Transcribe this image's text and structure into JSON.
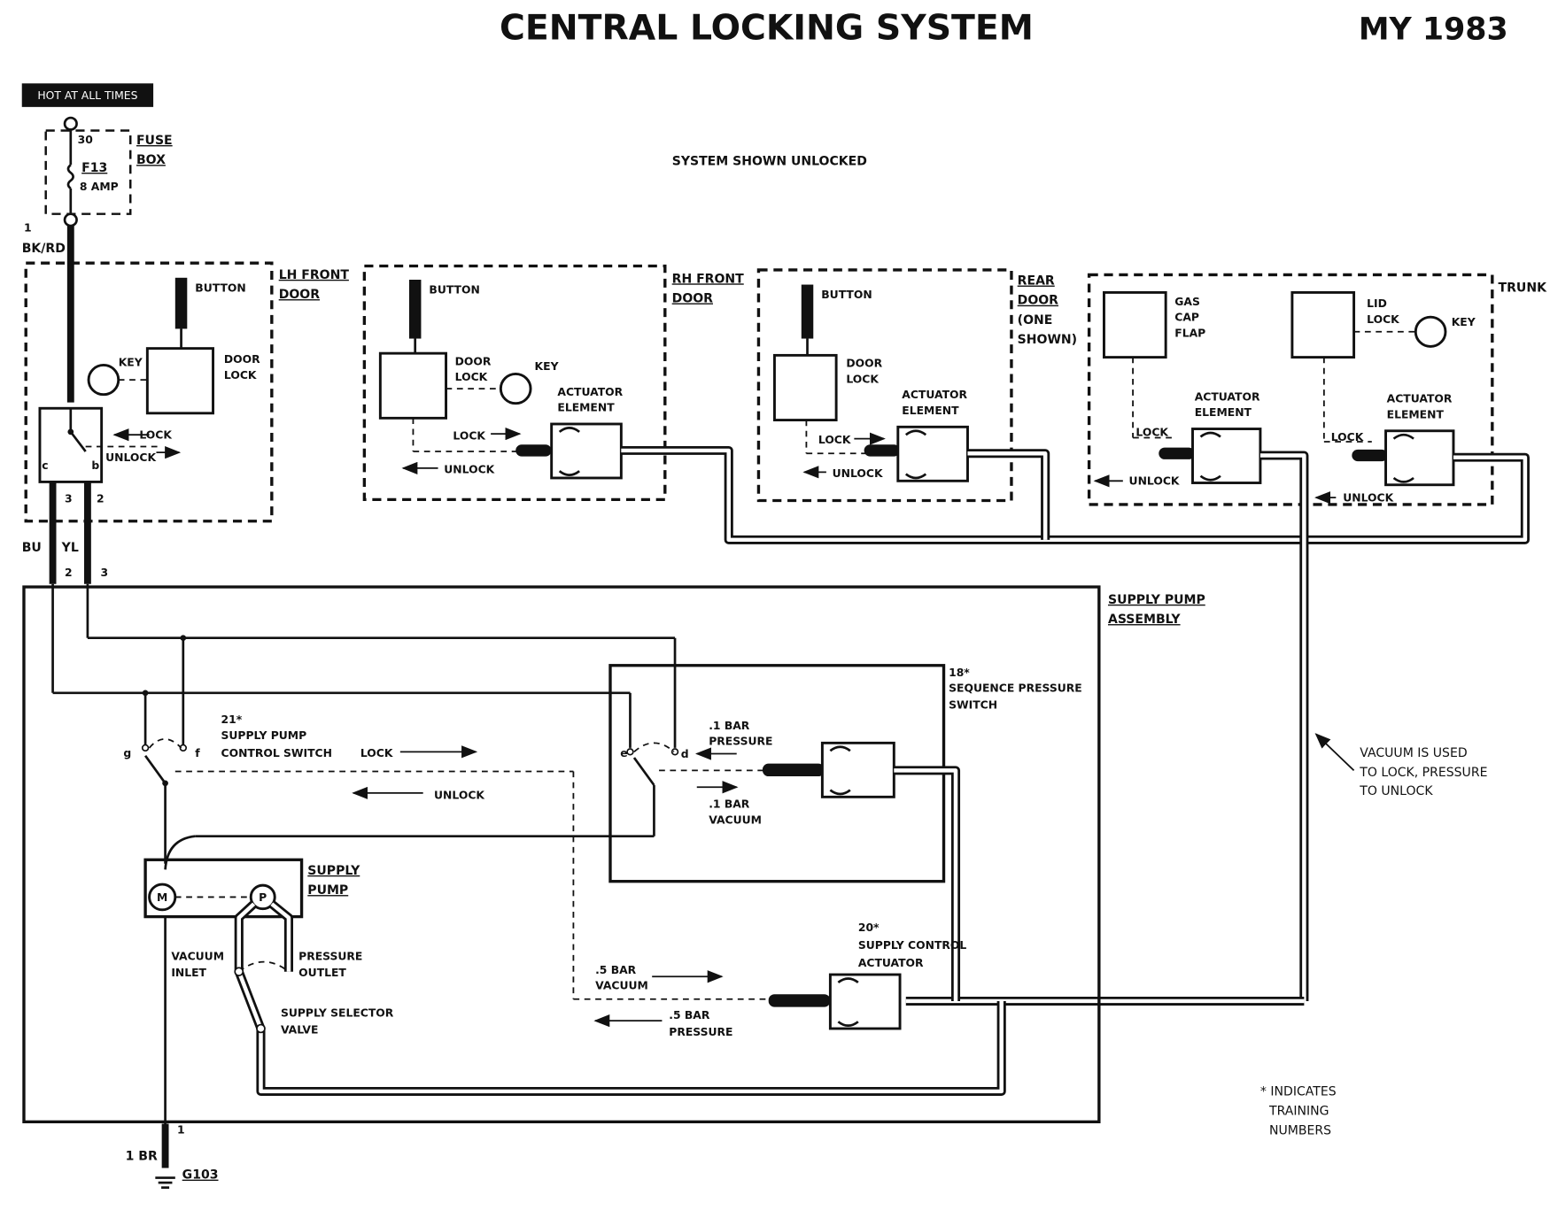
{
  "title": "CENTRAL LOCKING SYSTEM",
  "model_year": "MY 1983",
  "hot_label": "HOT AT ALL TIMES",
  "state_note": "SYSTEM SHOWN UNLOCKED",
  "fuse": {
    "terminal": "30",
    "fuse_id": "F13",
    "rating": "8 AMP",
    "box_label_1": "FUSE",
    "box_label_2": "BOX"
  },
  "feed_wire": {
    "num": "1",
    "color": "BK/RD"
  },
  "lh_front": {
    "label_1": "LH FRONT",
    "label_2": "DOOR",
    "button": "BUTTON",
    "key": "KEY",
    "door_lock_1": "DOOR",
    "door_lock_2": "LOCK",
    "lock": "LOCK",
    "unlock": "UNLOCK",
    "pin_c": "c",
    "pin_b": "b",
    "pin_3": "3",
    "pin_2": "2"
  },
  "rh_front": {
    "label_1": "RH FRONT",
    "label_2": "DOOR",
    "button": "BUTTON",
    "key": "KEY",
    "door_lock_1": "DOOR",
    "door_lock_2": "LOCK",
    "actuator_1": "ACTUATOR",
    "actuator_2": "ELEMENT",
    "lock": "LOCK",
    "unlock": "UNLOCK"
  },
  "rear": {
    "label_1": "REAR",
    "label_2": "DOOR",
    "label_3": "(ONE",
    "label_4": "SHOWN)",
    "button": "BUTTON",
    "door_lock_1": "DOOR",
    "door_lock_2": "LOCK",
    "actuator_1": "ACTUATOR",
    "actuator_2": "ELEMENT",
    "lock": "LOCK",
    "unlock": "UNLOCK"
  },
  "trunk": {
    "label": "TRUNK",
    "gas_1": "GAS",
    "gas_2": "CAP",
    "gas_3": "FLAP",
    "lid_1": "LID",
    "lid_2": "LOCK",
    "key": "KEY",
    "actuator_1": "ACTUATOR",
    "actuator_2": "ELEMENT",
    "lock": "LOCK",
    "unlock": "UNLOCK"
  },
  "wires": {
    "bu": "BU",
    "yl": "YL",
    "bu_pin": "2",
    "yl_pin": "3"
  },
  "supply_assembly": {
    "label_1": "SUPPLY PUMP",
    "label_2": "ASSEMBLY"
  },
  "control_switch": {
    "num": "21*",
    "label_1": "SUPPLY PUMP",
    "label_2": "CONTROL SWITCH",
    "pin_g": "g",
    "pin_f": "f",
    "lock": "LOCK",
    "unlock": "UNLOCK"
  },
  "sequence_switch": {
    "num": "18*",
    "label_1": "SEQUENCE PRESSURE",
    "label_2": "SWITCH",
    "pin_e": "e",
    "pin_d": "d",
    "pressure_1": ".1 BAR",
    "pressure_2": "PRESSURE",
    "vacuum_1": ".1 BAR",
    "vacuum_2": "VACUUM"
  },
  "pump": {
    "label_1": "SUPPLY",
    "label_2": "PUMP",
    "motor": "M",
    "pump_symbol": "P",
    "vacuum_1": "VACUUM",
    "vacuum_2": "INLET",
    "pressure_1": "PRESSURE",
    "pressure_2": "OUTLET"
  },
  "selector_valve": {
    "label_1": "SUPPLY SELECTOR",
    "label_2": "VALVE"
  },
  "supply_actuator": {
    "num": "20*",
    "label_1": "SUPPLY CONTROL",
    "label_2": "ACTUATOR",
    "vacuum_1": ".5 BAR",
    "vacuum_2": "VACUUM",
    "pressure_1": ".5 BAR",
    "pressure_2": "PRESSURE"
  },
  "vacuum_note": {
    "line_1": "VACUUM IS USED",
    "line_2": "TO LOCK, PRESSURE",
    "line_3": "TO UNLOCK"
  },
  "training_note": {
    "line_1": "* INDICATES",
    "line_2": "TRAINING",
    "line_3": "NUMBERS"
  },
  "ground": {
    "pin": "1",
    "wire": "1 BR",
    "point": "G103"
  }
}
